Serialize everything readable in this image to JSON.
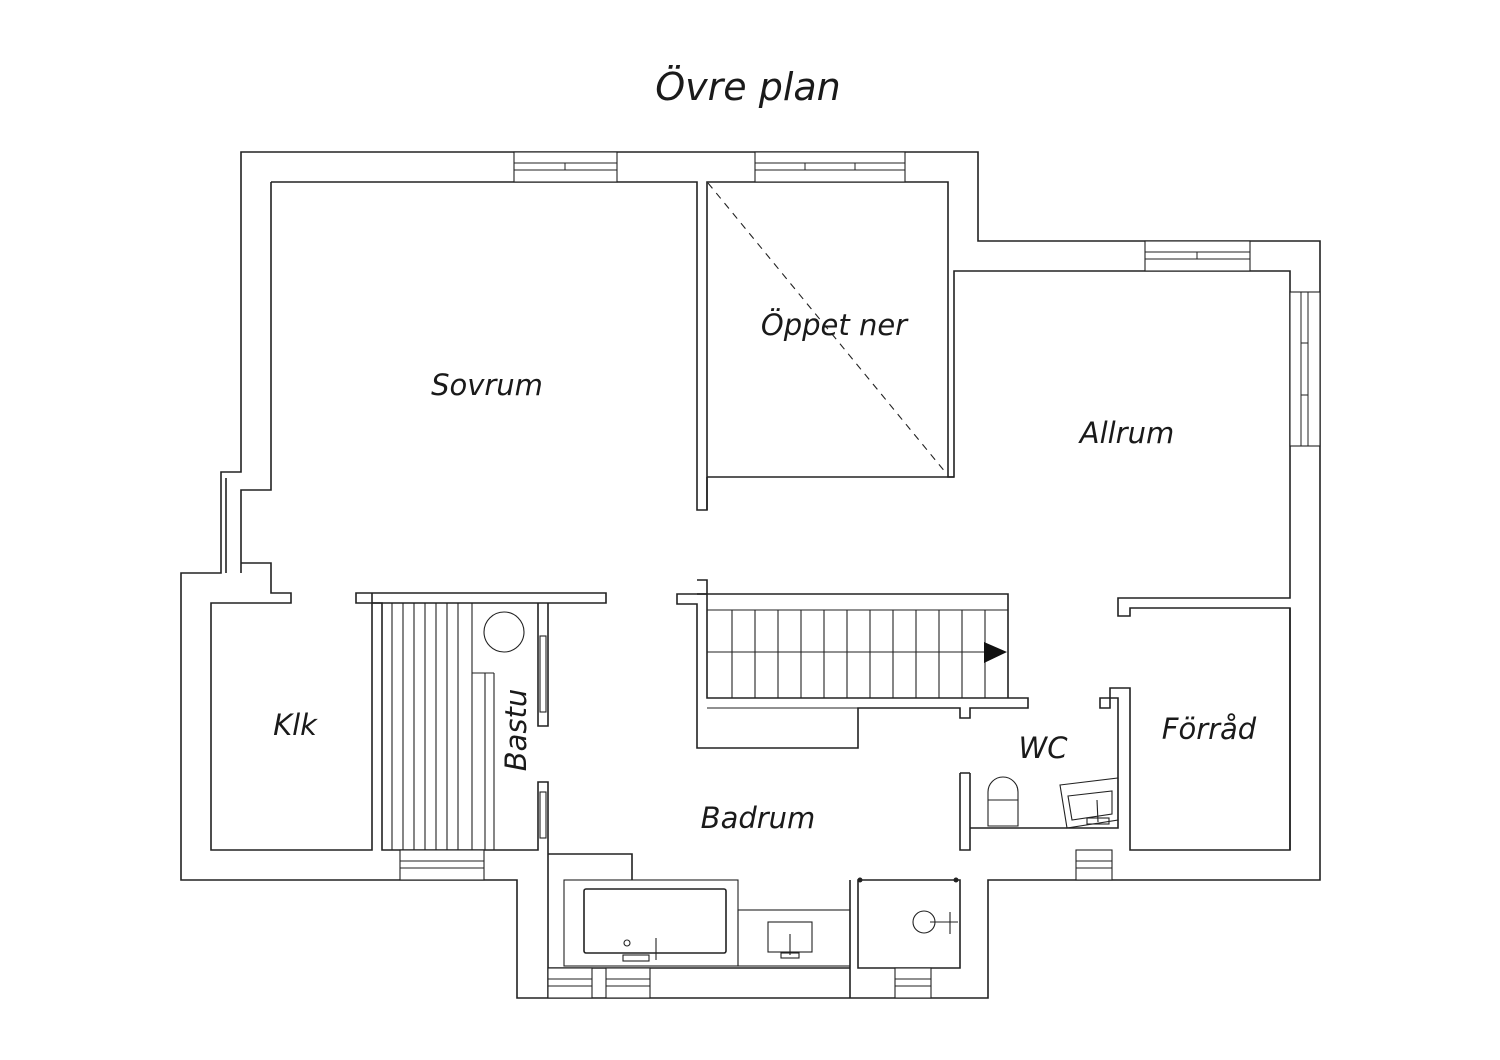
{
  "plan": {
    "title": "Övre plan",
    "rooms": {
      "sovrum": "Sovrum",
      "oppet_ner": "Öppet ner",
      "allrum": "Allrum",
      "klk": "Klk",
      "bastu": "Bastu",
      "badrum": "Badrum",
      "wc": "WC",
      "forrad": "Förråd"
    }
  },
  "colors": {
    "line": "#222222",
    "background": "#ffffff"
  }
}
